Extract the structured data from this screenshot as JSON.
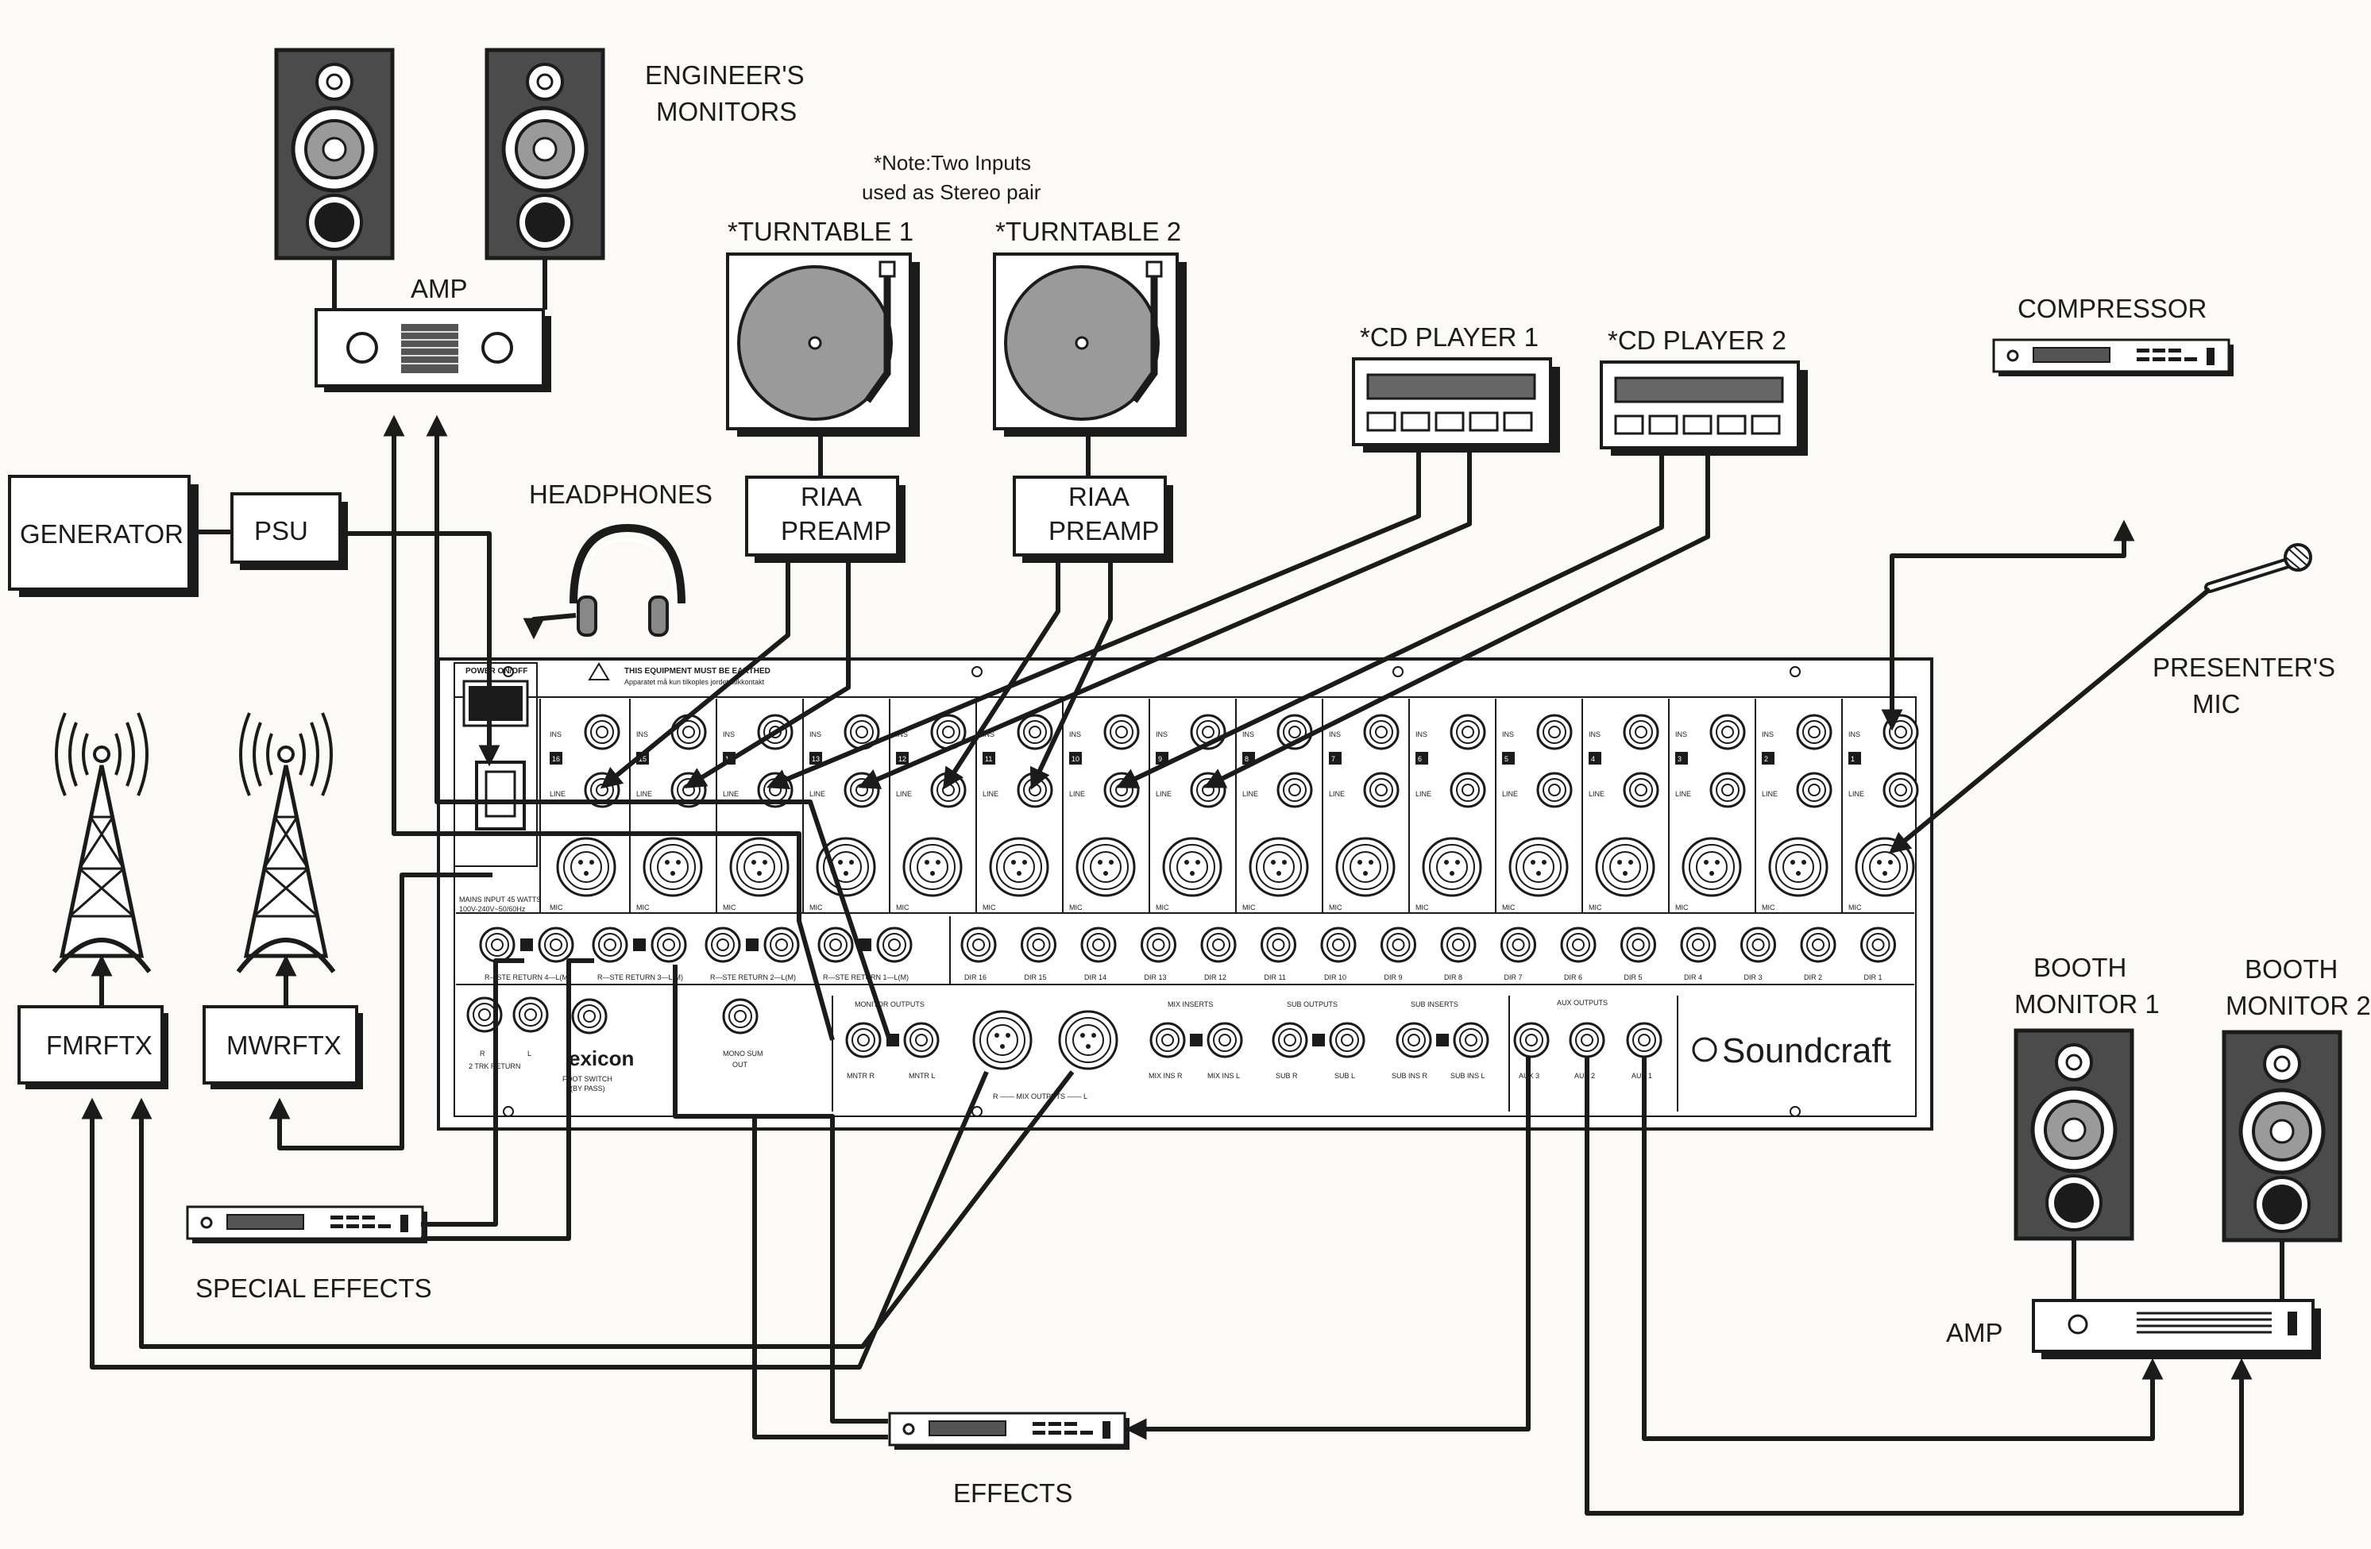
{
  "labels": {
    "engineers_monitors": [
      "ENGINEER'S",
      "MONITORS"
    ],
    "amp_top": "AMP",
    "note": [
      "*Note:Two Inputs",
      "used as Stereo pair"
    ],
    "turntable1": "*TURNTABLE 1",
    "turntable2": "*TURNTABLE 2",
    "cd1": "*CD PLAYER 1",
    "cd2": "*CD PLAYER 2",
    "compressor": "COMPRESSOR",
    "generator": "GENERATOR",
    "psu": "PSU",
    "headphones": "HEADPHONES",
    "riaa1": [
      "RIAA",
      "PREAMP"
    ],
    "riaa2": [
      "RIAA",
      "PREAMP"
    ],
    "presenters_mic": [
      "PRESENTER'S",
      "MIC"
    ],
    "fmrftx": "FMRFTX",
    "mwrftx": "MWRFTX",
    "special_effects": "SPECIAL EFFECTS",
    "effects": "EFFECTS",
    "booth1": [
      "BOOTH",
      "MONITOR 1"
    ],
    "booth2": [
      "BOOTH",
      "MONITOR 2"
    ],
    "amp_bottom": "AMP"
  },
  "mixer": {
    "brand": "Soundcraft",
    "power_label": "POWER ON/OFF",
    "warning": "THIS EQUIPMENT MUST BE EARTHED",
    "warning2": "Apparatet må kun tilkoples jordet stikkontakt",
    "mains": [
      "MAINS INPUT 45 WATTS",
      "100V-240V~50/60Hz"
    ],
    "channels": [
      "16",
      "15",
      "14",
      "13",
      "12",
      "11",
      "10",
      "9",
      "8",
      "7",
      "6",
      "5",
      "4",
      "3",
      "2",
      "1"
    ],
    "jack_labels": {
      "ins": "INS",
      "line": "LINE",
      "mic": "MIC"
    },
    "dir_labels": [
      "DIR 16",
      "DIR 15",
      "DIR 14",
      "DIR 13",
      "DIR 12",
      "DIR 11",
      "DIR 10",
      "DIR 9",
      "DIR 8",
      "DIR 7",
      "DIR 6",
      "DIR 5",
      "DIR 4",
      "DIR 3",
      "DIR 2",
      "DIR 1"
    ],
    "ste_returns": [
      "R—STE RETURN 4—L(M)",
      "R—STE RETURN 3—L(M)",
      "R—STE RETURN 2—L(M)",
      "R—STE RETURN 1—L(M)"
    ],
    "two_trk": [
      "R",
      "L",
      "2 TRK RETURN"
    ],
    "lexicon": "exicon",
    "foot_switch": [
      "FOOT SWITCH",
      "(BY PASS)"
    ],
    "mono_sum": [
      "MONO SUM",
      "OUT"
    ],
    "monitor_outputs": "MONITOR OUTPUTS",
    "mntr": [
      "MNTR R",
      "MNTR L"
    ],
    "mix_outputs": "R —— MIX OUTPUTS —— L",
    "mix_inserts": "MIX INSERTS",
    "mix_ins": [
      "MIX INS R",
      "MIX INS L"
    ],
    "sub_outputs": "SUB OUTPUTS",
    "sub": [
      "SUB R",
      "SUB L"
    ],
    "sub_inserts": "SUB INSERTS",
    "sub_ins": [
      "SUB INS R",
      "SUB INS L"
    ],
    "aux_outputs": "AUX OUTPUTS",
    "aux": [
      "AUX 3",
      "AUX 2",
      "AUX 1"
    ]
  }
}
